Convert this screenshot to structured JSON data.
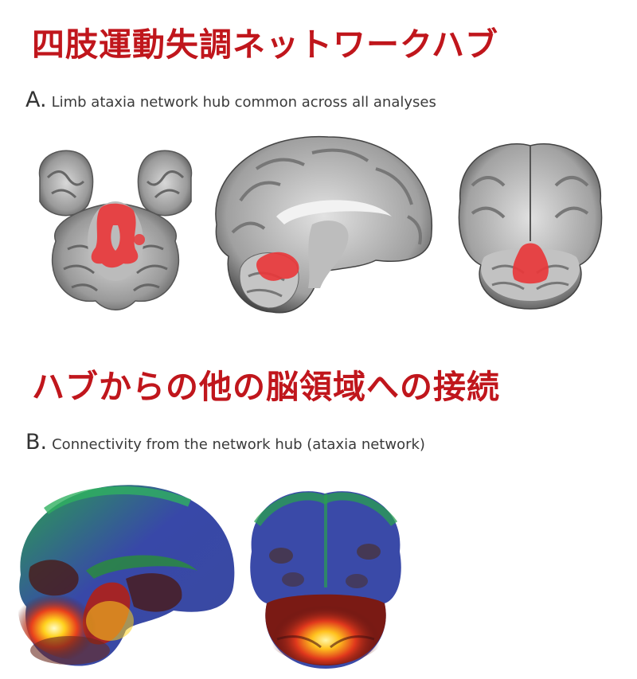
{
  "headings": {
    "hub_jp": "四肢運動失調ネットワークハブ",
    "connectivity_jp": "ハブからの他の脳領域への接続"
  },
  "panel_a": {
    "letter": "A.",
    "caption": "Limb ataxia network hub common across all analyses"
  },
  "panel_b": {
    "letter": "B.",
    "caption": "Connectivity from the network hub (ataxia network)"
  },
  "colors": {
    "heading_red": "#c0161c",
    "hub_overlay_red": "#e8383b",
    "caption_gray": "#3a3a3a"
  }
}
